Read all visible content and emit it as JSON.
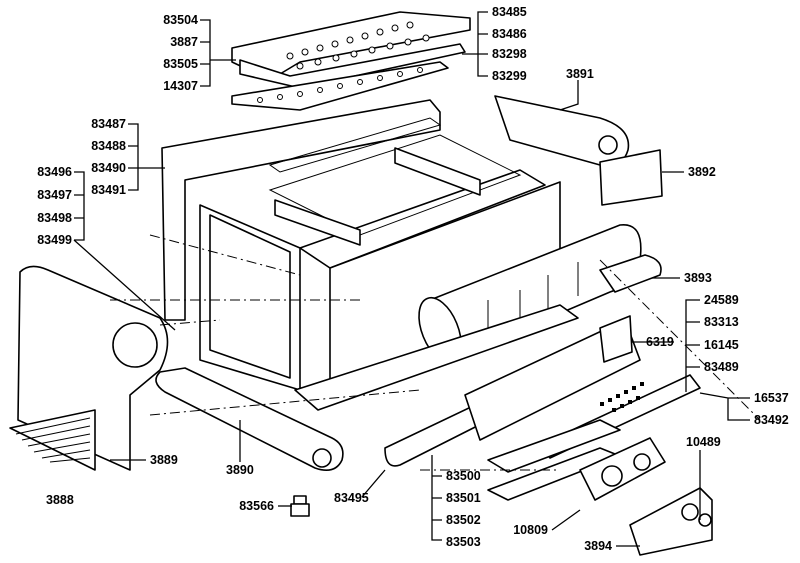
{
  "labels": {
    "l83504": "83504",
    "l3887": "3887",
    "l83505": "83505",
    "l14307": "14307",
    "l83485": "83485",
    "l83486": "83486",
    "l83298": "83298",
    "l83299": "83299",
    "l3891": "3891",
    "l83487": "83487",
    "l83488": "83488",
    "l83490": "83490",
    "l83491": "83491",
    "l83496": "83496",
    "l83497": "83497",
    "l83498": "83498",
    "l83499": "83499",
    "l3892": "3892",
    "l3893": "3893",
    "l24589": "24589",
    "l83313": "83313",
    "l16145": "16145",
    "l83489": "83489",
    "l6319": "6319",
    "l16537": "16537",
    "l83492": "83492",
    "l10489": "10489",
    "l3889": "3889",
    "l3890": "3890",
    "l3888": "3888",
    "l83566": "83566",
    "l83495": "83495",
    "l83500": "83500",
    "l83501": "83501",
    "l83502": "83502",
    "l83503": "83503",
    "l10809": "10809",
    "l3894": "3894"
  }
}
